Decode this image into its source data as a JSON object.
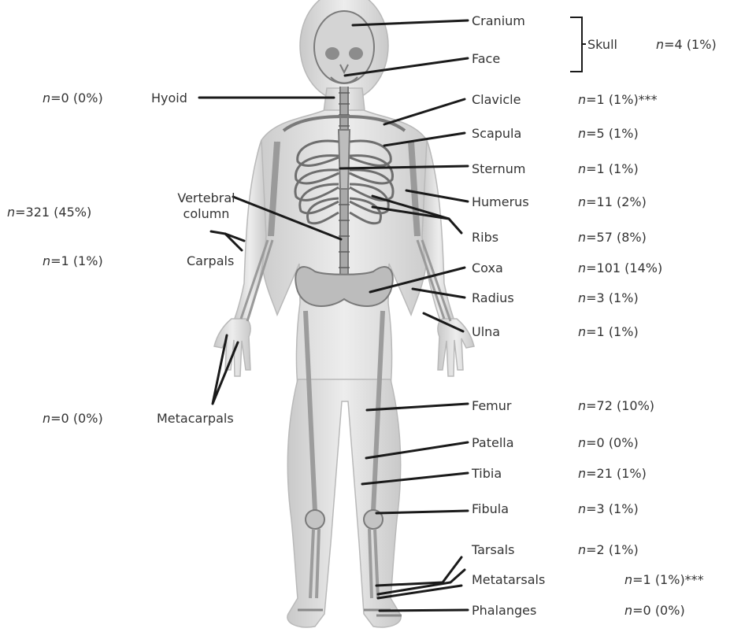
{
  "labels": {
    "cranium": "Cranium",
    "face": "Face",
    "skull": "Skull",
    "hyoid": "Hyoid",
    "clavicle": "Clavicle",
    "scapula": "Scapula",
    "sternum": "Sternum",
    "humerus": "Humerus",
    "vertebral_1": "Vertebral",
    "vertebral_2": "column",
    "ribs": "Ribs",
    "coxa": "Coxa",
    "carpals": "Carpals",
    "radius": "Radius",
    "ulna": "Ulna",
    "metacarpals": "Metacarpals",
    "femur": "Femur",
    "patella": "Patella",
    "tibia": "Tibia",
    "fibula": "Fibula",
    "tarsals": "Tarsals",
    "metatarsals": "Metatarsals",
    "phalanges": "Phalanges"
  },
  "counts": {
    "n_symbol": "n",
    "skull": "=4 (1%)",
    "hyoid": "=0 (0%)",
    "clavicle": "=1 (1%)***",
    "scapula": "=5 (1%)",
    "sternum": "=1 (1%)",
    "vertebral_column": "=321 (45%)",
    "humerus": "=11 (2%)",
    "ribs": "=57 (8%)",
    "coxa": "=101 (14%)",
    "carpals": "=1 (1%)",
    "radius": "=3 (1%)",
    "ulna": "=1 (1%)",
    "metacarpals": "=0 (0%)",
    "femur": "=72 (10%)",
    "patella": "=0 (0%)",
    "tibia": "=21 (1%)",
    "fibula": "=3 (1%)",
    "tarsals": "=2 (1%)",
    "metatarsals": "=1 (1%)***",
    "phalanges": "=0 (0%)"
  }
}
